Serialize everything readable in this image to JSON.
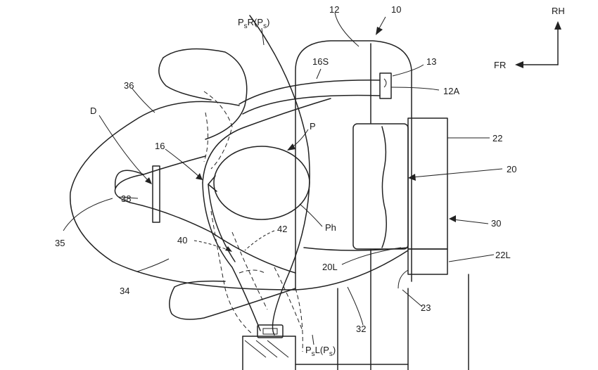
{
  "labels": {
    "ref_10": "10",
    "ref_12": "12",
    "ref_psr": "P",
    "ref_psr_sub1": "s",
    "ref_psr_mid": "R(P",
    "ref_psr_sub2": "s",
    "ref_psr_end": ")",
    "ref_16s": "16S",
    "ref_13": "13",
    "ref_12a": "12A",
    "ref_36": "36",
    "ref_d": "D",
    "ref_16": "16",
    "ref_p": "P",
    "ref_22": "22",
    "ref_20": "20",
    "ref_38": "38",
    "ref_ph": "Ph",
    "ref_30": "30",
    "ref_42": "42",
    "ref_40": "40",
    "ref_35": "35",
    "ref_20l": "20L",
    "ref_22l": "22L",
    "ref_34": "34",
    "ref_23": "23",
    "ref_32": "32",
    "ref_psl": "P",
    "ref_psl_sub1": "s",
    "ref_psl_mid": "L(P",
    "ref_psl_sub2": "s",
    "ref_psl_end": ")",
    "dir_rh": "RH",
    "dir_fr": "FR"
  }
}
